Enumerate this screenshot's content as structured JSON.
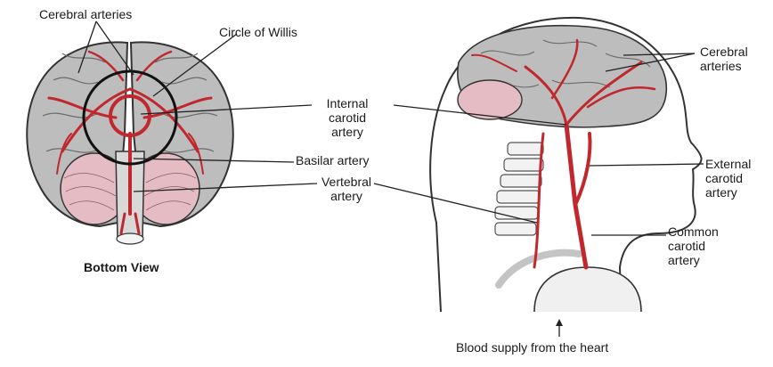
{
  "labels": {
    "cerebral_arteries_left": "Cerebral arteries",
    "circle_of_willis": "Circle of Willis",
    "internal_carotid": [
      "Internal",
      "carotid",
      "artery"
    ],
    "basilar_artery": "Basilar artery",
    "vertebral_artery": [
      "Vertebral",
      "artery"
    ],
    "bottom_view": "Bottom View",
    "cerebral_arteries_right": [
      "Cerebral",
      "arteries"
    ],
    "external_carotid": [
      "External",
      "carotid",
      "artery"
    ],
    "common_carotid": [
      "Common",
      "carotid",
      "artery"
    ],
    "blood_supply": "Blood supply from the heart"
  },
  "colors": {
    "brain": "#bdbdbd",
    "brain_outline": "#333333",
    "artery": "#c0282d",
    "cerebellum": "#e6bcc4",
    "bone": "#f2f2f2",
    "line": "#222222"
  }
}
